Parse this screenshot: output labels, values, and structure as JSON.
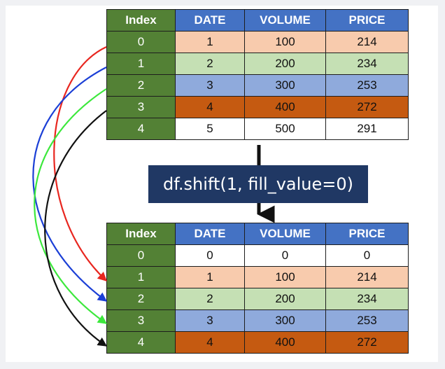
{
  "code_label": "df.shift(1, fill_value=0)",
  "columns": [
    "Index",
    "DATE",
    "VOLUME",
    "PRICE"
  ],
  "before": [
    [
      "0",
      "1",
      "100",
      "214"
    ],
    [
      "1",
      "2",
      "200",
      "234"
    ],
    [
      "2",
      "3",
      "300",
      "253"
    ],
    [
      "3",
      "4",
      "400",
      "272"
    ],
    [
      "4",
      "5",
      "500",
      "291"
    ]
  ],
  "after": [
    [
      "0",
      "0",
      "0",
      "0"
    ],
    [
      "1",
      "1",
      "100",
      "214"
    ],
    [
      "2",
      "2",
      "200",
      "234"
    ],
    [
      "3",
      "3",
      "300",
      "253"
    ],
    [
      "4",
      "4",
      "400",
      "272"
    ]
  ],
  "colors": {
    "index_green": "#538135",
    "header_blue": "#4472c4",
    "row_peach": "#f8cbad",
    "row_light_green": "#c5e0b4",
    "row_blue": "#8faadc",
    "row_orange": "#c55a11",
    "code_box": "#203864",
    "arrow_red": "#e8261f",
    "arrow_blue": "#1b3fd6",
    "arrow_green": "#3ce83c",
    "arrow_black": "#111111"
  }
}
